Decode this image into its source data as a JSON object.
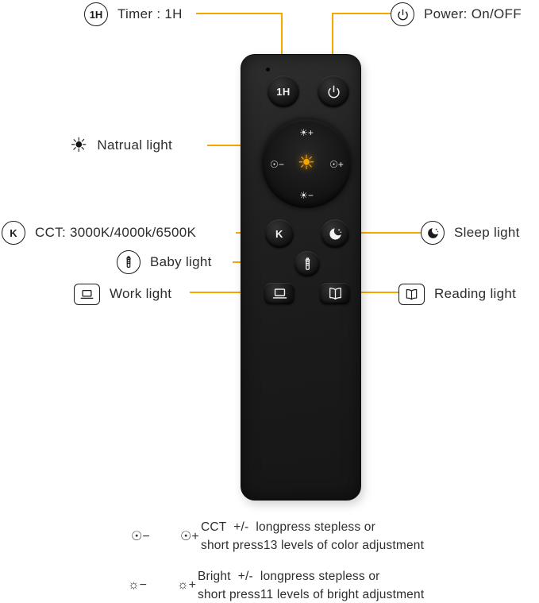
{
  "colors": {
    "accent_orange": "#F7A600",
    "remote_black": "#1d1d1d",
    "text_dark": "#2d2d2d"
  },
  "annotations": {
    "timer": {
      "badge": "1H",
      "label": "Timer : 1H"
    },
    "power": {
      "icon": "power-icon",
      "label": "Power: On/OFF"
    },
    "natural": {
      "icon": "☀",
      "label": "Natrual light"
    },
    "cct": {
      "badge": "K",
      "label": "CCT: 3000K/4000k/6500K"
    },
    "baby": {
      "icon": "baby-bottle-icon",
      "label": "Baby light"
    },
    "work": {
      "icon": "laptop-icon",
      "label": "Work light"
    },
    "sleep": {
      "icon": "moon-icon",
      "label": "Sleep light"
    },
    "reading": {
      "icon": "open-book-icon",
      "label": "Reading light"
    }
  },
  "remote": {
    "timer_button": "1H",
    "cct_button": "K",
    "dial": {
      "brightness_up": "☀+",
      "brightness_down": "☀−",
      "cct_minus": "☉−",
      "cct_plus": "☉+",
      "center_sun": "☀"
    }
  },
  "legend": {
    "rows": [
      {
        "icon_minus": "☉−",
        "icon_plus": "☉+",
        "line1": "CCT  +/-  longpress stepless or",
        "line2": "short press13 levels of color adjustment"
      },
      {
        "icon_minus": "☼−",
        "icon_plus": "☼+",
        "line1": "Bright  +/-  longpress stepless or",
        "line2": "short press11 levels of bright adjustment"
      }
    ]
  }
}
